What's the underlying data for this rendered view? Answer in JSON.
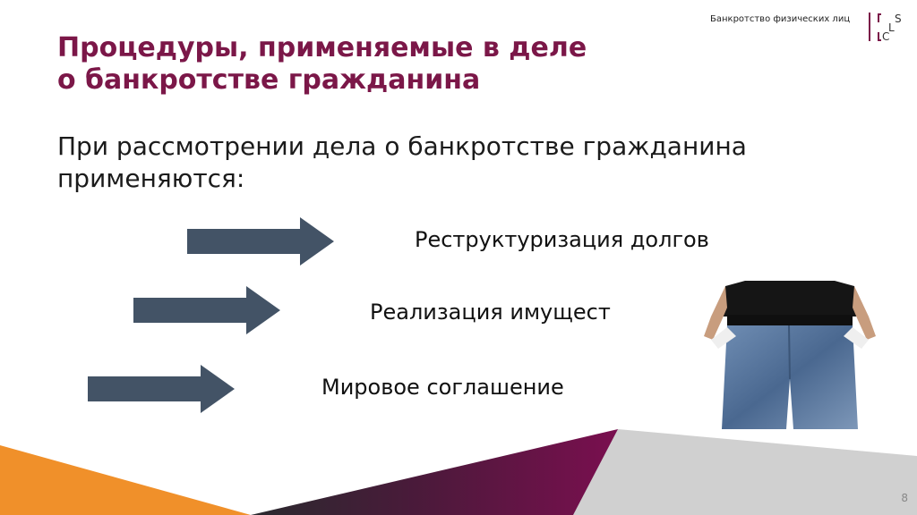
{
  "header": {
    "caption": "Банкротство физических лиц",
    "logo_letters": [
      "S",
      "L",
      "C"
    ]
  },
  "slide": {
    "title_line1": "Процедуры, применяемые в деле",
    "title_line2": "о банкротстве гражданина",
    "lead_line1": "При рассмотрении дела о банкротстве гражданина",
    "lead_line2": "применяются:",
    "procedures": [
      "Реструктуризация долгов",
      "Реализация имущест",
      "Мировое соглашение"
    ],
    "page_number": "8"
  },
  "colors": {
    "title": "#7b1748",
    "arrow": "#435366",
    "accent_orange": "#f0902a",
    "accent_purple": "#6a1048",
    "accent_gray": "#cfcfcf"
  },
  "icons": {
    "arrow": "right-block-arrow",
    "logo": "sl-c-logo",
    "photo": "man-empty-pockets-photo"
  }
}
